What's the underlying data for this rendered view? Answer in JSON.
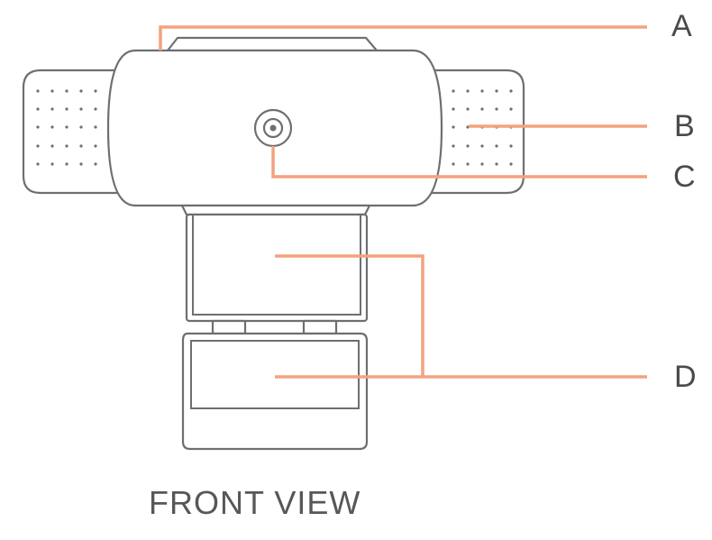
{
  "diagram": {
    "title": "FRONT VIEW",
    "callouts": [
      {
        "id": "A",
        "label": "A"
      },
      {
        "id": "B",
        "label": "B"
      },
      {
        "id": "C",
        "label": "C"
      },
      {
        "id": "D",
        "label": "D"
      }
    ]
  },
  "colors": {
    "leader_line": "#f4a27e",
    "outline": "#6d6f71",
    "label_text": "#4a4a4a"
  }
}
